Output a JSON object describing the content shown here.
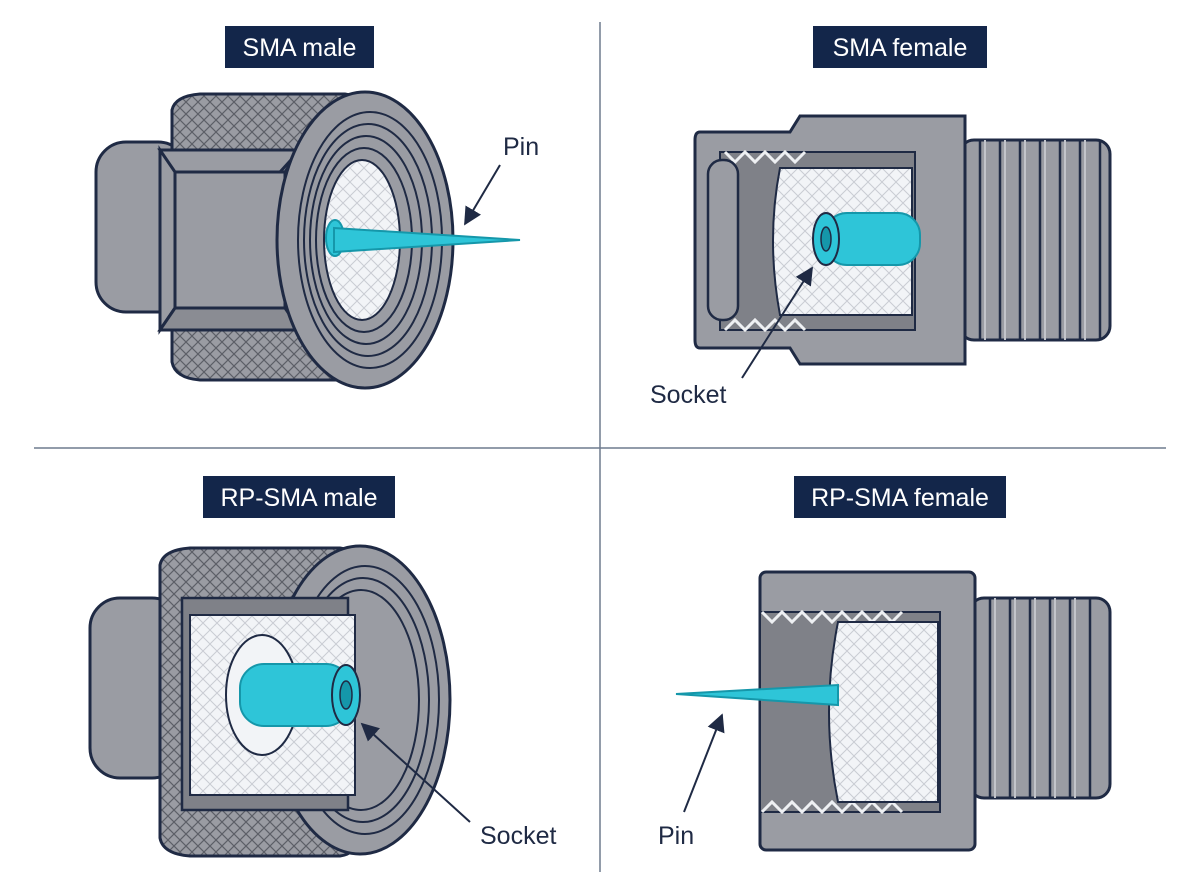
{
  "colors": {
    "metal": "#9a9ca3",
    "metal_dark": "#7f8188",
    "outline": "#1f2a44",
    "insulator": "#f2f4f7",
    "mesh": "#c9ccd3",
    "contact": "#2ec5d8",
    "contact_dark": "#1597aa",
    "title_bg": "#13264a",
    "title_text": "#ffffff",
    "divider": "#6f7b8e",
    "label_text": "#1f2a44"
  },
  "panels": [
    {
      "id": "sma-male",
      "title": "SMA male",
      "callout": "Pin",
      "contact_type": "pin"
    },
    {
      "id": "sma-female",
      "title": "SMA female",
      "callout": "Socket",
      "contact_type": "socket"
    },
    {
      "id": "rp-sma-male",
      "title": "RP-SMA male",
      "callout": "Socket",
      "contact_type": "socket"
    },
    {
      "id": "rp-sma-female",
      "title": "RP-SMA female",
      "callout": "Pin",
      "contact_type": "pin"
    }
  ]
}
